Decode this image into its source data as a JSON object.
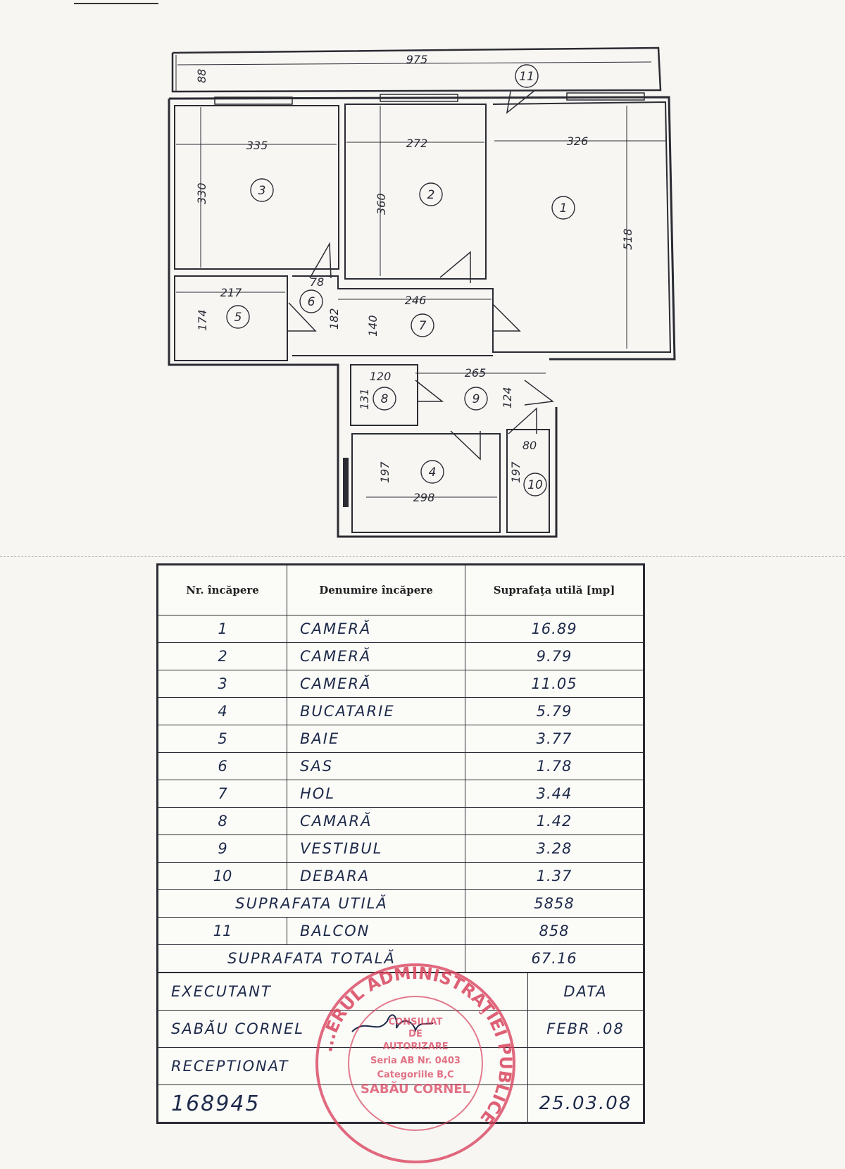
{
  "plan": {
    "rooms": [
      {
        "id": "1",
        "label": "1"
      },
      {
        "id": "2",
        "label": "2"
      },
      {
        "id": "3",
        "label": "3"
      },
      {
        "id": "4",
        "label": "4"
      },
      {
        "id": "5",
        "label": "5"
      },
      {
        "id": "6",
        "label": "6"
      },
      {
        "id": "7",
        "label": "7"
      },
      {
        "id": "8",
        "label": "8"
      },
      {
        "id": "9",
        "label": "9"
      },
      {
        "id": "10",
        "label": "10"
      },
      {
        "id": "11",
        "label": "11"
      }
    ],
    "dims": {
      "top": "975",
      "balcony_depth": "88",
      "r3_w": "335",
      "r3_h": "330",
      "r2_w": "272",
      "r2_h": "360",
      "r1_w": "326",
      "r1_h": "518",
      "r5_w": "217",
      "r5_h": "174",
      "r6_w": "78",
      "r6_h": "182",
      "r7_w": "246",
      "r7_h": "140",
      "r8_w": "120",
      "r8_h": "131",
      "r9_w": "265",
      "r9_h": "124",
      "r4_w": "298",
      "r4_h": "197",
      "r10_w": "80",
      "r10_h": "197"
    }
  },
  "table": {
    "headers": [
      "Nr. încăpere",
      "Denumire încăpere",
      "Suprafaţa utilă [mp]"
    ],
    "rows": [
      {
        "nr": "1",
        "name": "CAMERĂ",
        "area": "16.89"
      },
      {
        "nr": "2",
        "name": "CAMERĂ",
        "area": "9.79"
      },
      {
        "nr": "3",
        "name": "CAMERĂ",
        "area": "11.05"
      },
      {
        "nr": "4",
        "name": "BUCATARIE",
        "area": "5.79"
      },
      {
        "nr": "5",
        "name": "BAIE",
        "area": "3.77"
      },
      {
        "nr": "6",
        "name": "SAS",
        "area": "1.78"
      },
      {
        "nr": "7",
        "name": "HOL",
        "area": "3.44"
      },
      {
        "nr": "8",
        "name": "CAMARĂ",
        "area": "1.42"
      },
      {
        "nr": "9",
        "name": "VESTIBUL",
        "area": "3.28"
      },
      {
        "nr": "10",
        "name": "DEBARA",
        "area": "1.37"
      }
    ],
    "util_label": "SUPRAFATA UTILĂ",
    "util_value": "5858",
    "balcony": {
      "nr": "11",
      "name": "BALCON",
      "area": "858"
    },
    "total_label": "SUPRAFATA TOTALĂ",
    "total_value": "67.16",
    "executant_label": "EXECUTANT",
    "data_label": "DATA",
    "executant_name": "SABĂU CORNEL",
    "executant_date": "FEBR .08",
    "receptionat_label": "RECEPTIONAT",
    "receptionat_no": "168945",
    "receptionat_date": "25.03.08"
  },
  "stamp": {
    "ring_text": "...ERUL ADMINISTRAŢIEI PUBLICE",
    "lines": [
      "CONSILIAT",
      "DE",
      "AUTORIZARE",
      "Seria AB Nr. 0403",
      "Categoriile B,C",
      "SABĂU CORNEL"
    ],
    "color": "#d9455f"
  }
}
